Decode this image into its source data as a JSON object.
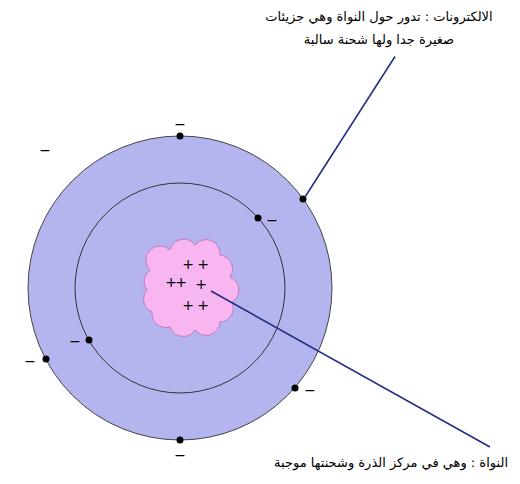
{
  "diagram": {
    "labels": [
      "الالكترونات : تدور حول النواة وهي جزيئات صغيرة جدا ولها شحنة سالبة",
      "−",
      "−",
      "−",
      "+",
      "+",
      "+",
      "+",
      "+",
      "+",
      "+",
      "−",
      "−",
      "−",
      "−",
      "النواة : وهي في مركز الذرة وشحنتها موجبة"
    ]
  }
}
